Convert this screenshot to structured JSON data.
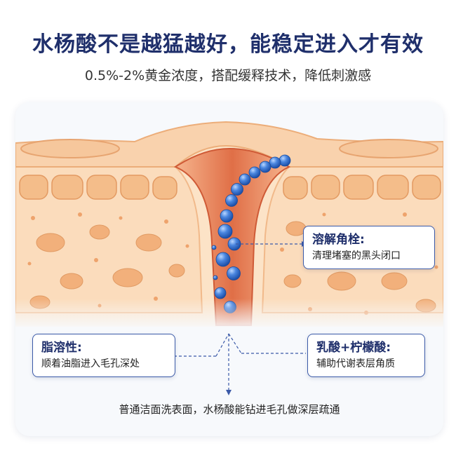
{
  "header": {
    "title": "水杨酸不是越猛越好，能稳定进入才有效",
    "subtitle": "0.5%-2%黄金浓度，搭配缓释技术，降低刺激感"
  },
  "callouts": {
    "comedone": {
      "title": "溶解角栓:",
      "desc": "清理堵塞的黑头闭口"
    },
    "lipid": {
      "title": "脂溶性:",
      "desc": "顺着油脂进入毛孔深处"
    },
    "acids": {
      "title": "乳酸+柠檬酸:",
      "desc": "辅助代谢表层角质"
    }
  },
  "bottom_note": "普通洁面洗表面，水杨酸能钻进毛孔做深层疏通",
  "colors": {
    "title": "#1f2f6b",
    "callout_border": "#3b5aa8",
    "skin_light": "#fbe1c4",
    "skin_cell": "#f4c08e",
    "pore": "#e0704a",
    "bead": "#3d7ad6"
  }
}
